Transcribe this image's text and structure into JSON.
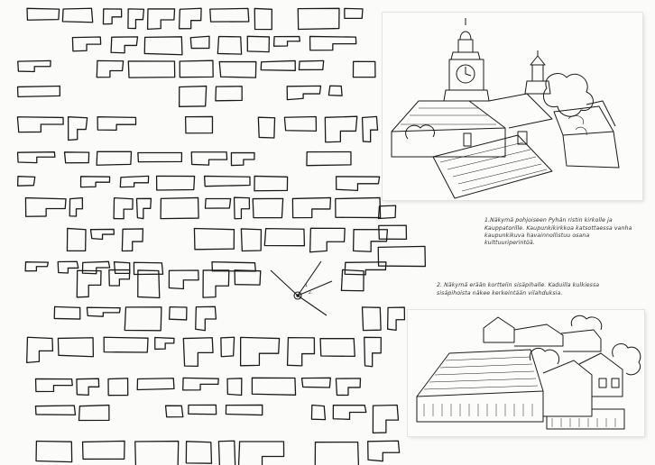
{
  "captions": {
    "view1": "1.Näkymä pohjoiseen Pyhän ristin kirkolle ja Kauppatorille. Kaupunkikirkkoa katsottaessa vanha kaupunkikuva havainnollistuu osana kulttuuriperintöä.",
    "view2": "2. Näkymä erään korttelin sisäpihalle. Kaduilla kulkiessa sisäpihoista näkee kerkeintään vilahduksia."
  },
  "map_markers": {
    "marker1": "1",
    "marker2": "2."
  },
  "colors": {
    "ink": "#1a1a1a",
    "paper": "#fbfbf9"
  }
}
